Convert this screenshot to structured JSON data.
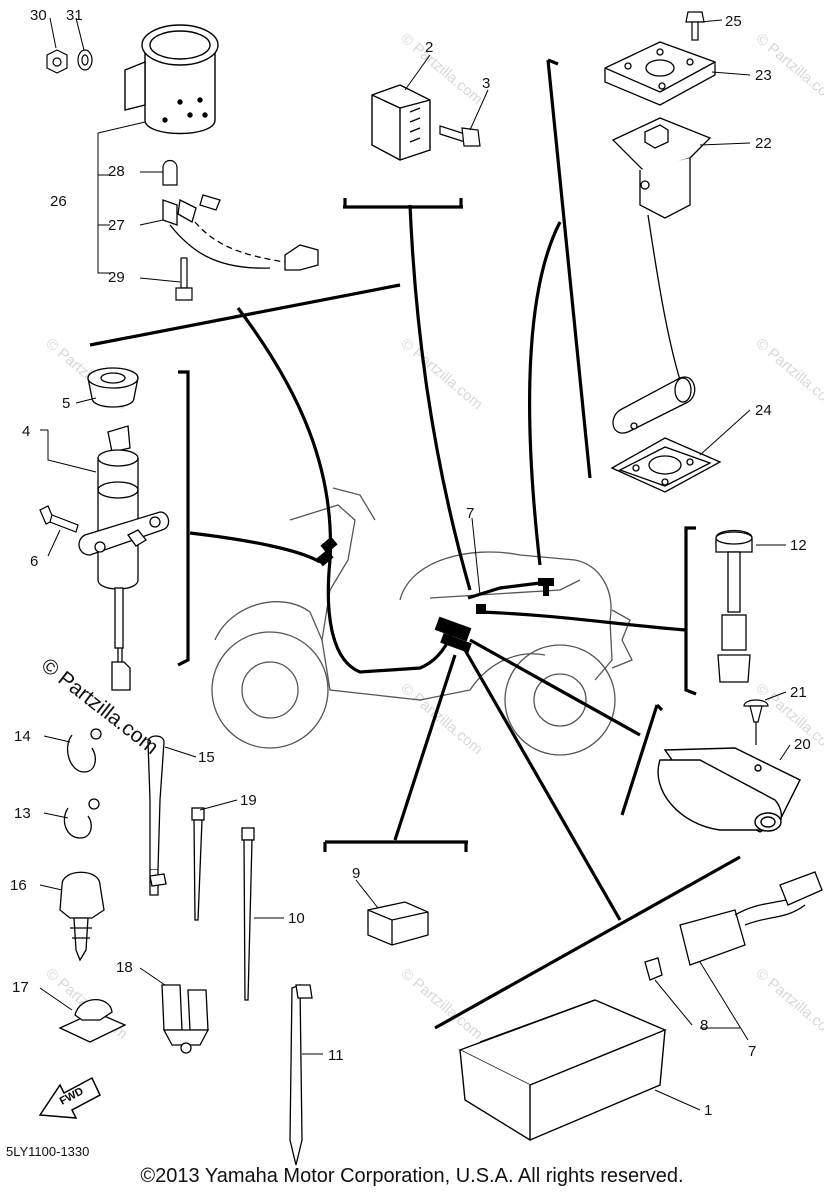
{
  "diagram_code": "5LY1100-1330",
  "copyright": "©2013  Yamaha Motor Corporation, U.S.A. All rights reserved.",
  "brand_watermark": "© Partzilla.com",
  "faint_watermark": "© Partzilla.com",
  "fwd_label": "FWD",
  "callouts": {
    "c1": "1",
    "c2": "2",
    "c3": "3",
    "c4": "4",
    "c5": "5",
    "c6": "6",
    "c7a": "7",
    "c7b": "7",
    "c8": "8",
    "c9": "9",
    "c10": "10",
    "c11": "11",
    "c12": "12",
    "c13": "13",
    "c14": "14",
    "c15": "15",
    "c16": "16",
    "c17": "17",
    "c18": "18",
    "c19": "19",
    "c20": "20",
    "c21": "21",
    "c22": "22",
    "c23": "23",
    "c24": "24",
    "c25": "25",
    "c26": "26",
    "c27": "27",
    "c28": "28",
    "c29": "29",
    "c30": "30",
    "c31": "31"
  }
}
